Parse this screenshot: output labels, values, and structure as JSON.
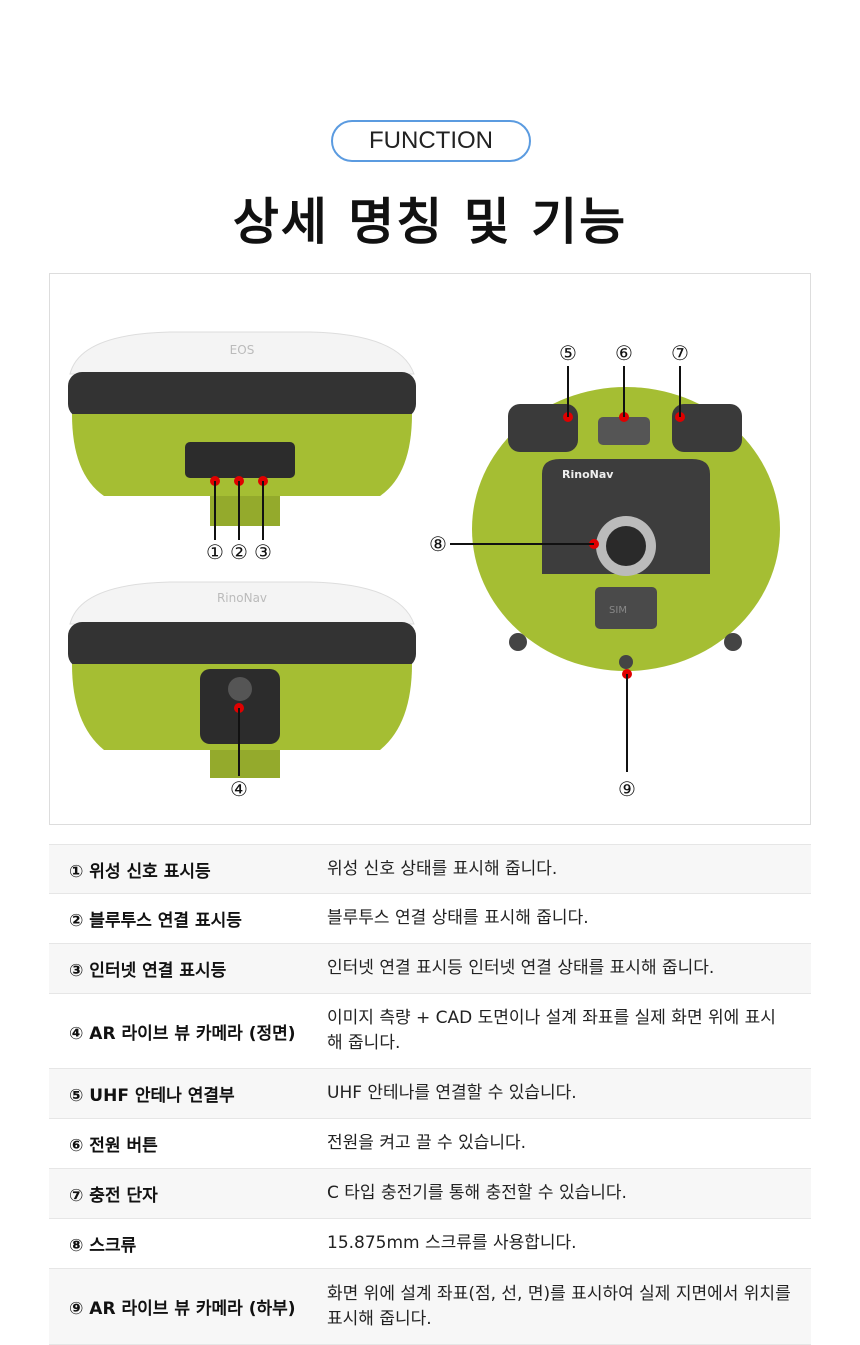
{
  "header": {
    "badge": "FUNCTION",
    "title": "상세 명칭 및 기능"
  },
  "figure": {
    "callouts": [
      "①",
      "②",
      "③",
      "④",
      "⑤",
      "⑥",
      "⑦",
      "⑧",
      "⑨"
    ],
    "front_logo": "EOS",
    "back_logo": "RinoNav",
    "label_brand": "RinoNav",
    "sim_label": "SIM"
  },
  "colors": {
    "accent": "#5b9be0",
    "body_green": "#a5be33",
    "marker_red": "#e00000"
  },
  "table": {
    "rows": [
      {
        "name": "① 위성 신호 표시등",
        "desc": "위성 신호 상태를 표시해 줍니다."
      },
      {
        "name": "② 블루투스 연결 표시등",
        "desc": "블루투스 연결 상태를 표시해 줍니다."
      },
      {
        "name": "③ 인터넷 연결 표시등",
        "desc": "인터넷 연결 표시등 인터넷 연결 상태를 표시해 줍니다."
      },
      {
        "name": "④ AR 라이브 뷰 카메라 (정면)",
        "desc": "이미지 측량 + CAD 도면이나 설계 좌표를 실제 화면 위에 표시해 줍니다."
      },
      {
        "name": "⑤ UHF 안테나 연결부",
        "desc": "UHF 안테나를 연결할 수 있습니다."
      },
      {
        "name": "⑥ 전원 버튼",
        "desc": "전원을 켜고 끌 수 있습니다."
      },
      {
        "name": "⑦ 충전 단자",
        "desc": "C 타입 충전기를 통해 충전할 수 있습니다."
      },
      {
        "name": "⑧ 스크류",
        "desc": "15.875mm 스크류를 사용합니다."
      },
      {
        "name": "⑨ AR 라이브 뷰 카메라 (하부)",
        "desc": "화면 위에 설계 좌표(점, 선, 면)를 표시하여 실제 지면에서 위치를 표시해 줍니다."
      }
    ]
  }
}
